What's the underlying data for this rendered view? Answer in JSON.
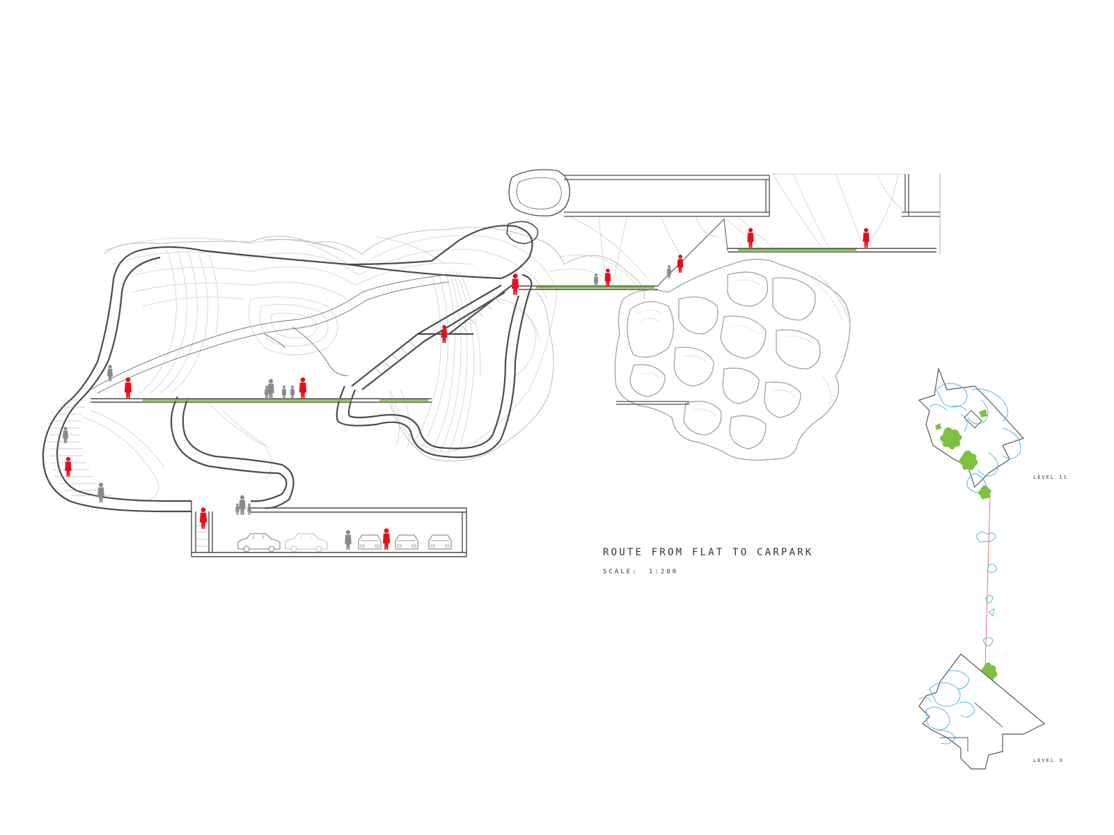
{
  "title": "ROUTE FROM FLAT TO CARPARK",
  "scale_label": "SCALE:",
  "scale_value": "1:200",
  "plan_labels": {
    "upper": "LEVEL 11",
    "lower": "LEVEL 3"
  },
  "colors": {
    "route_figure": "#e3101b",
    "other_figure": "#8a8a8a",
    "planting": "#7cc242",
    "plan_outline_blue": "#4fb6e3",
    "line": "#4a4a4a",
    "contour": "#c7c7c7",
    "route_line": "#e85050"
  },
  "route_figures_count": 11
}
